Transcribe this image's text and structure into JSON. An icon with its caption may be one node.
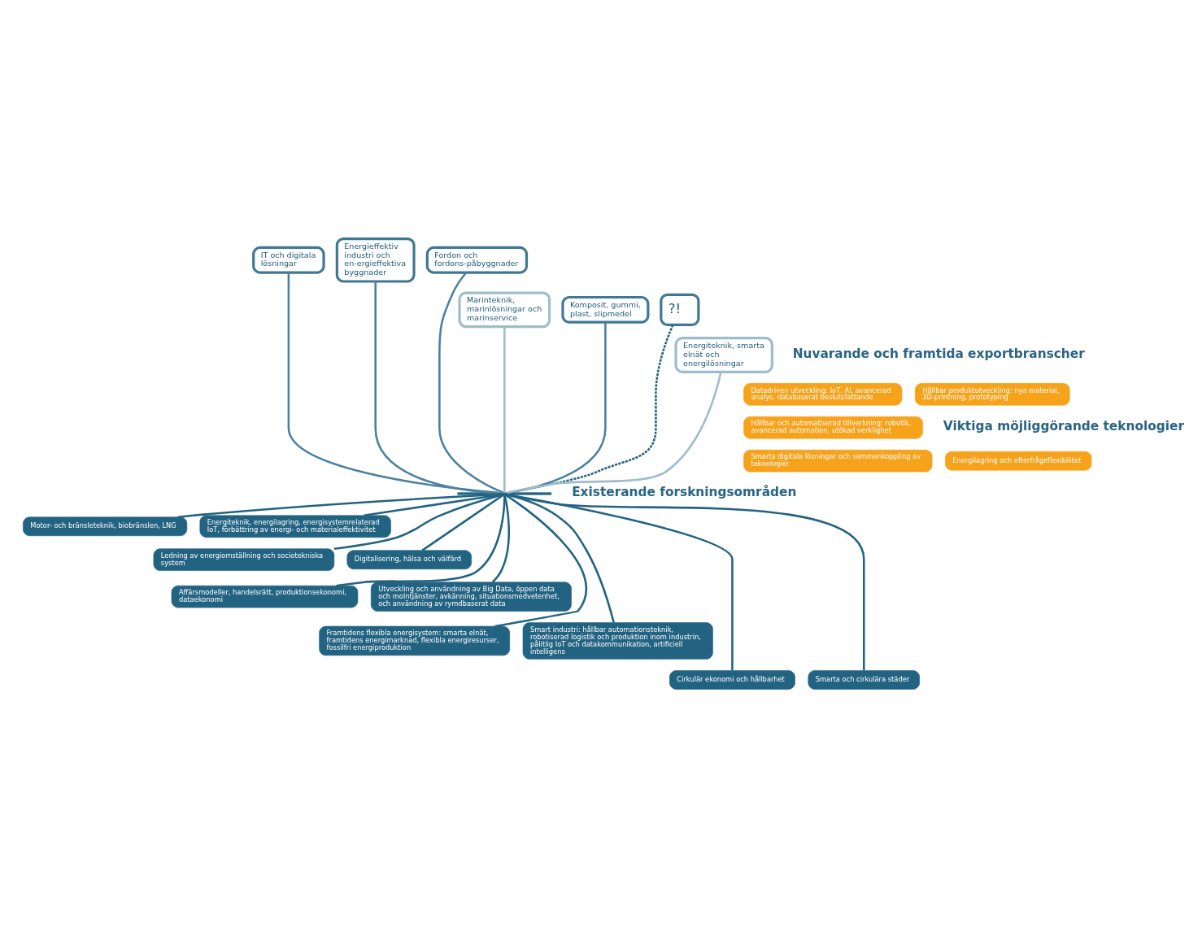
{
  "diagram": {
    "nodes": [
      {
        "text": [
          "IT och digitala lösningar"
        ]
      },
      {
        "text": [
          "Energieffektiv industri och en-ergieffektiva byggnader"
        ]
      },
      {
        "text": [
          "Fordon och fordons-påbyggnader"
        ]
      },
      {
        "text": [
          "Marinteknik, marinlösningar och marinservice"
        ]
      },
      {
        "text": [
          "Komposit, gummi, plast, slipmedel"
        ]
      },
      {
        "text": [
          "?!"
        ]
      },
      {
        "text": [
          "Energiteknik, smarta elnät och energilösningar"
        ]
      },
      {
        "text": [
          "Datadriven utveckling: IoT, AI, avancerad analys, databaserat beslutsfattande"
        ]
      },
      {
        "text": [
          "Hållbar produktutveckling: nya material, 3D-printning, prototyping"
        ]
      },
      {
        "text": [
          "Hållbar och automatiserad tillverkning: robotik, avancerad automation, utökad verklighet"
        ]
      },
      {
        "text": [
          "Smarta digitala lösningar och sammankoppling av teknologier"
        ]
      },
      {
        "text": [
          "Energilagring och efterfrågeflexibilitet"
        ]
      },
      {
        "text": [
          "Motor- och bränsleteknik, biobränslen, LNG"
        ]
      },
      {
        "text": [
          "Energiteknik, energilagring, energisystemrelaterad IoT, förbättring av energi- och materialeffektivitet"
        ]
      },
      {
        "text": [
          "Ledning av energiomställning och sociotekniska system"
        ]
      },
      {
        "text": [
          "Digitalisering, hälsa och välfärd"
        ]
      },
      {
        "text": [
          "Affärsmodeller, handelsrätt, produktionsekonomi, dataekonomi"
        ]
      },
      {
        "text": [
          "Utveckling och användning av Big Data, öppen data och molntjänster, avkänning, situationsmedvetenhet, och användning av rymdbaserat data"
        ]
      },
      {
        "text": [
          "Framtidens flexibla energisystem: smarta elnät, framtidens energimarknad, flexibla energiresurser, fossilfri energiproduktion"
        ]
      },
      {
        "text": [
          "Smart industri: hållbar automationsteknik, robotiserad logistik och produktion inom industrin, pålitlig IoT och datakommunikation, artificiell intelligens"
        ]
      },
      {
        "text": [
          "Cirkulär ekonomi och hållbarhet"
        ]
      },
      {
        "text": [
          "Smarta och cirkulära städer"
        ]
      },
      {
        "text": [],
        "shape": "bar"
      }
    ],
    "edges": [
      {
        "from": 0,
        "to": 22,
        "arrow": "none",
        "color": "#4a80a0"
      },
      {
        "from": 1,
        "to": 22,
        "arrow": "none",
        "color": "#4a80a0"
      },
      {
        "from": 2,
        "to": 22,
        "arrow": "none",
        "color": "#4a80a0"
      },
      {
        "from": 3,
        "to": 22,
        "arrow": "none",
        "color": "#9dbdcc"
      },
      {
        "from": 4,
        "to": 22,
        "arrow": "none",
        "color": "#4a80a0"
      },
      {
        "from": 5,
        "to": 22,
        "arrow": "none",
        "style": "dashed"
      },
      {
        "from": 6,
        "to": 22,
        "arrow": "none",
        "color": "#9dbdcc"
      },
      {
        "from": 22,
        "to": 12,
        "arrow": "none"
      },
      {
        "from": 22,
        "to": 13,
        "arrow": "none"
      },
      {
        "from": 22,
        "to": 14,
        "arrow": "none"
      },
      {
        "from": 22,
        "to": 15,
        "arrow": "none"
      },
      {
        "from": 22,
        "to": 16,
        "arrow": "none"
      },
      {
        "from": 22,
        "to": 17,
        "arrow": "none"
      },
      {
        "from": 22,
        "to": 18,
        "arrow": "none"
      },
      {
        "from": 22,
        "to": 19,
        "arrow": "none"
      },
      {
        "from": 22,
        "to": 20,
        "arrow": "none"
      },
      {
        "from": 22,
        "to": 21,
        "arrow": "none"
      }
    ],
    "labels": [
      "Nuvarande och framtida exportbranscher",
      "Viktiga möjliggörande teknologier",
      "Existerande forskningsområden"
    ]
  }
}
